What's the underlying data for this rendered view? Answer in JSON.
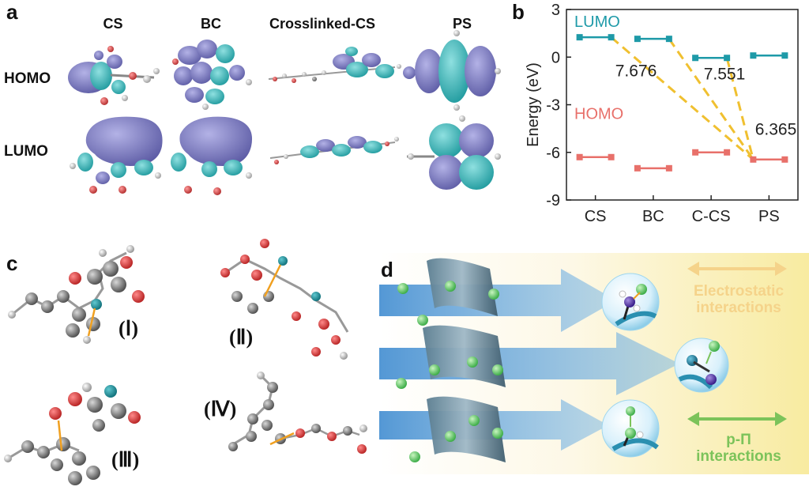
{
  "panel_a": {
    "label": "a",
    "columns": [
      "CS",
      "BC",
      "Crosslinked-CS",
      "PS"
    ],
    "rows": [
      "HOMO",
      "LUMO"
    ]
  },
  "panel_b": {
    "label": "b"
  },
  "panel_c": {
    "label": "c",
    "structures": [
      "(Ⅰ)",
      "(Ⅱ)",
      "(Ⅲ)",
      "(Ⅳ)"
    ]
  },
  "panel_d": {
    "label": "d",
    "interactions": [
      {
        "line1": "Electrostatic",
        "line2": "interactions",
        "color": "#f5d38a"
      },
      {
        "line1": "p-Π",
        "line2": "interactions",
        "color": "#7cc35a"
      }
    ]
  },
  "colors": {
    "lumo": "#1e9aa8",
    "homo": "#e8706a",
    "gap_line": "#f0c030",
    "orbital_purple": "#7d7cc0",
    "orbital_teal": "#35b3b3"
  },
  "chart_data": {
    "type": "scatter",
    "categories": [
      "CS",
      "BC",
      "C-CS",
      "PS"
    ],
    "ylabel": "Energy (eV)",
    "ylim": [
      -9,
      3
    ],
    "yticks": [
      "-9",
      "-6",
      "-3",
      "0",
      "3"
    ],
    "series": [
      {
        "name": "LUMO",
        "values": [
          1.25,
          1.15,
          -0.05,
          0.1
        ]
      },
      {
        "name": "HOMO",
        "values": [
          -6.3,
          -7.0,
          -6.0,
          -6.45
        ]
      }
    ],
    "gap_annotations": [
      "7.676",
      "7.551",
      "6.365"
    ]
  }
}
